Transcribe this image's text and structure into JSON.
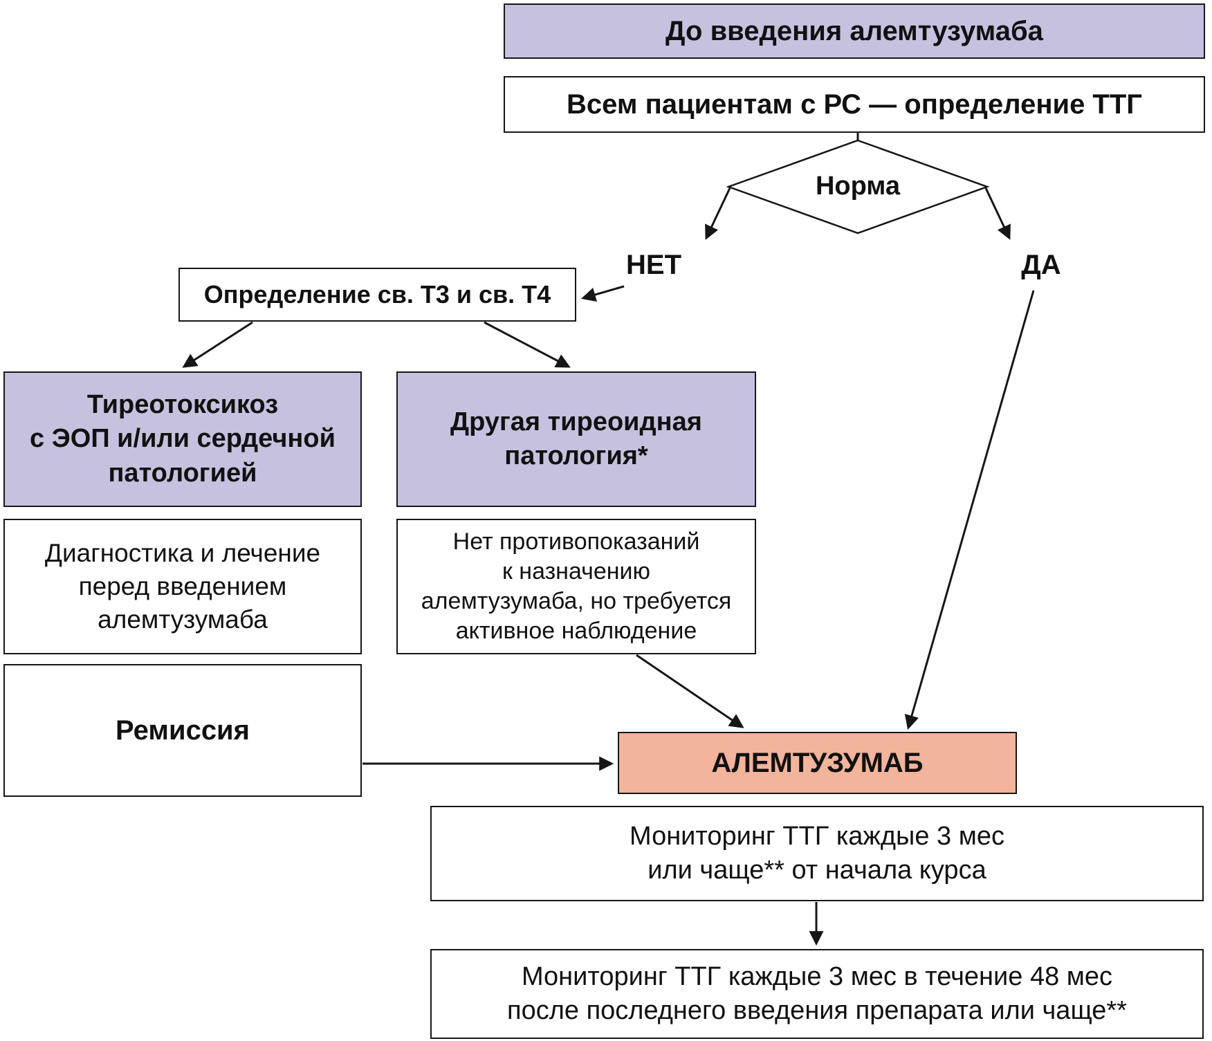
{
  "colors": {
    "purple": "#c7c1e0",
    "salmon": "#f2b49a",
    "line": "#161616",
    "background": "#ffffff"
  },
  "nodes": {
    "before_admin": {
      "label": "До введения алемтузумаба"
    },
    "tsh_all": {
      "label": "Всем пациентам с РС — определение ТТГ"
    },
    "norma": {
      "label": "Норма"
    },
    "t3_t4": {
      "label": "Определение св. Т3 и св. Т4"
    },
    "thyrotoxicosis": {
      "label": "Тиреотоксикоз\nс ЭОП и/или сердечной\nпатологией"
    },
    "other_pathology": {
      "label": "Другая тиреоидная\nпатология*"
    },
    "diagnostics": {
      "label": "Диагностика и лечение\nперед введением\nалемтузумаба"
    },
    "no_contraindications": {
      "label": "Нет противопоказаний\nк назначению\nалемтузумаба, но требуется\nактивное наблюдение"
    },
    "remission": {
      "label": "Ремиссия"
    },
    "alemtuzumab": {
      "label": "АЛЕМТУЗУМАБ"
    },
    "monitoring_course": {
      "label": "Мониторинг ТТГ каждые 3 мес\nили чаще** от начала курса"
    },
    "monitoring_after": {
      "label": "Мониторинг ТТГ каждые 3 мес в течение 48 мес\nпосле последнего введения препарата или чаще**"
    }
  },
  "branches": {
    "no": "НЕТ",
    "yes": "ДА"
  },
  "edges": [
    {
      "from": "tsh_all",
      "to": "norma"
    },
    {
      "from": "norma",
      "to": "t3_t4",
      "label": "НЕТ"
    },
    {
      "from": "norma",
      "to": "alemtuzumab",
      "label": "ДА"
    },
    {
      "from": "t3_t4",
      "to": "thyrotoxicosis"
    },
    {
      "from": "t3_t4",
      "to": "other_pathology"
    },
    {
      "from": "no_contraindications",
      "to": "alemtuzumab"
    },
    {
      "from": "remission",
      "to": "alemtuzumab"
    },
    {
      "from": "monitoring_course",
      "to": "monitoring_after"
    }
  ]
}
